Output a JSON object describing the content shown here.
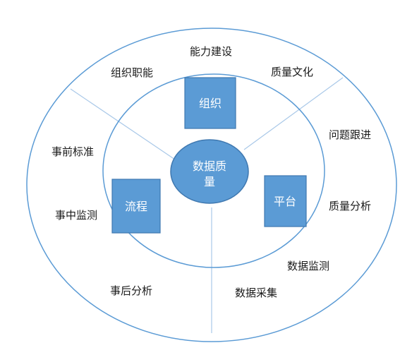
{
  "colors": {
    "ring_stroke": "#5b9bd5",
    "divider": "#a9c8e8",
    "box_fill": "#5b9bd5",
    "box_stroke": "#3f78b0",
    "text_dark": "#1a1a1a",
    "text_light": "#ffffff"
  },
  "center": {
    "line1": "数据质",
    "line2": "量"
  },
  "boxes": {
    "org": "组织",
    "process": "流程",
    "platform": "平台"
  },
  "outer_ring": {
    "capability": "能力建设",
    "pre_standard": "事前标准",
    "in_monitor": "事中监测",
    "post_analysis": "事后分析",
    "issue_tracking": "问题跟进",
    "quality_analysis": "质量分析",
    "data_monitoring": "数据监测",
    "data_collection": "数据采集"
  },
  "inner_ring": {
    "org_function": "组织职能",
    "quality_culture": "质量文化"
  }
}
